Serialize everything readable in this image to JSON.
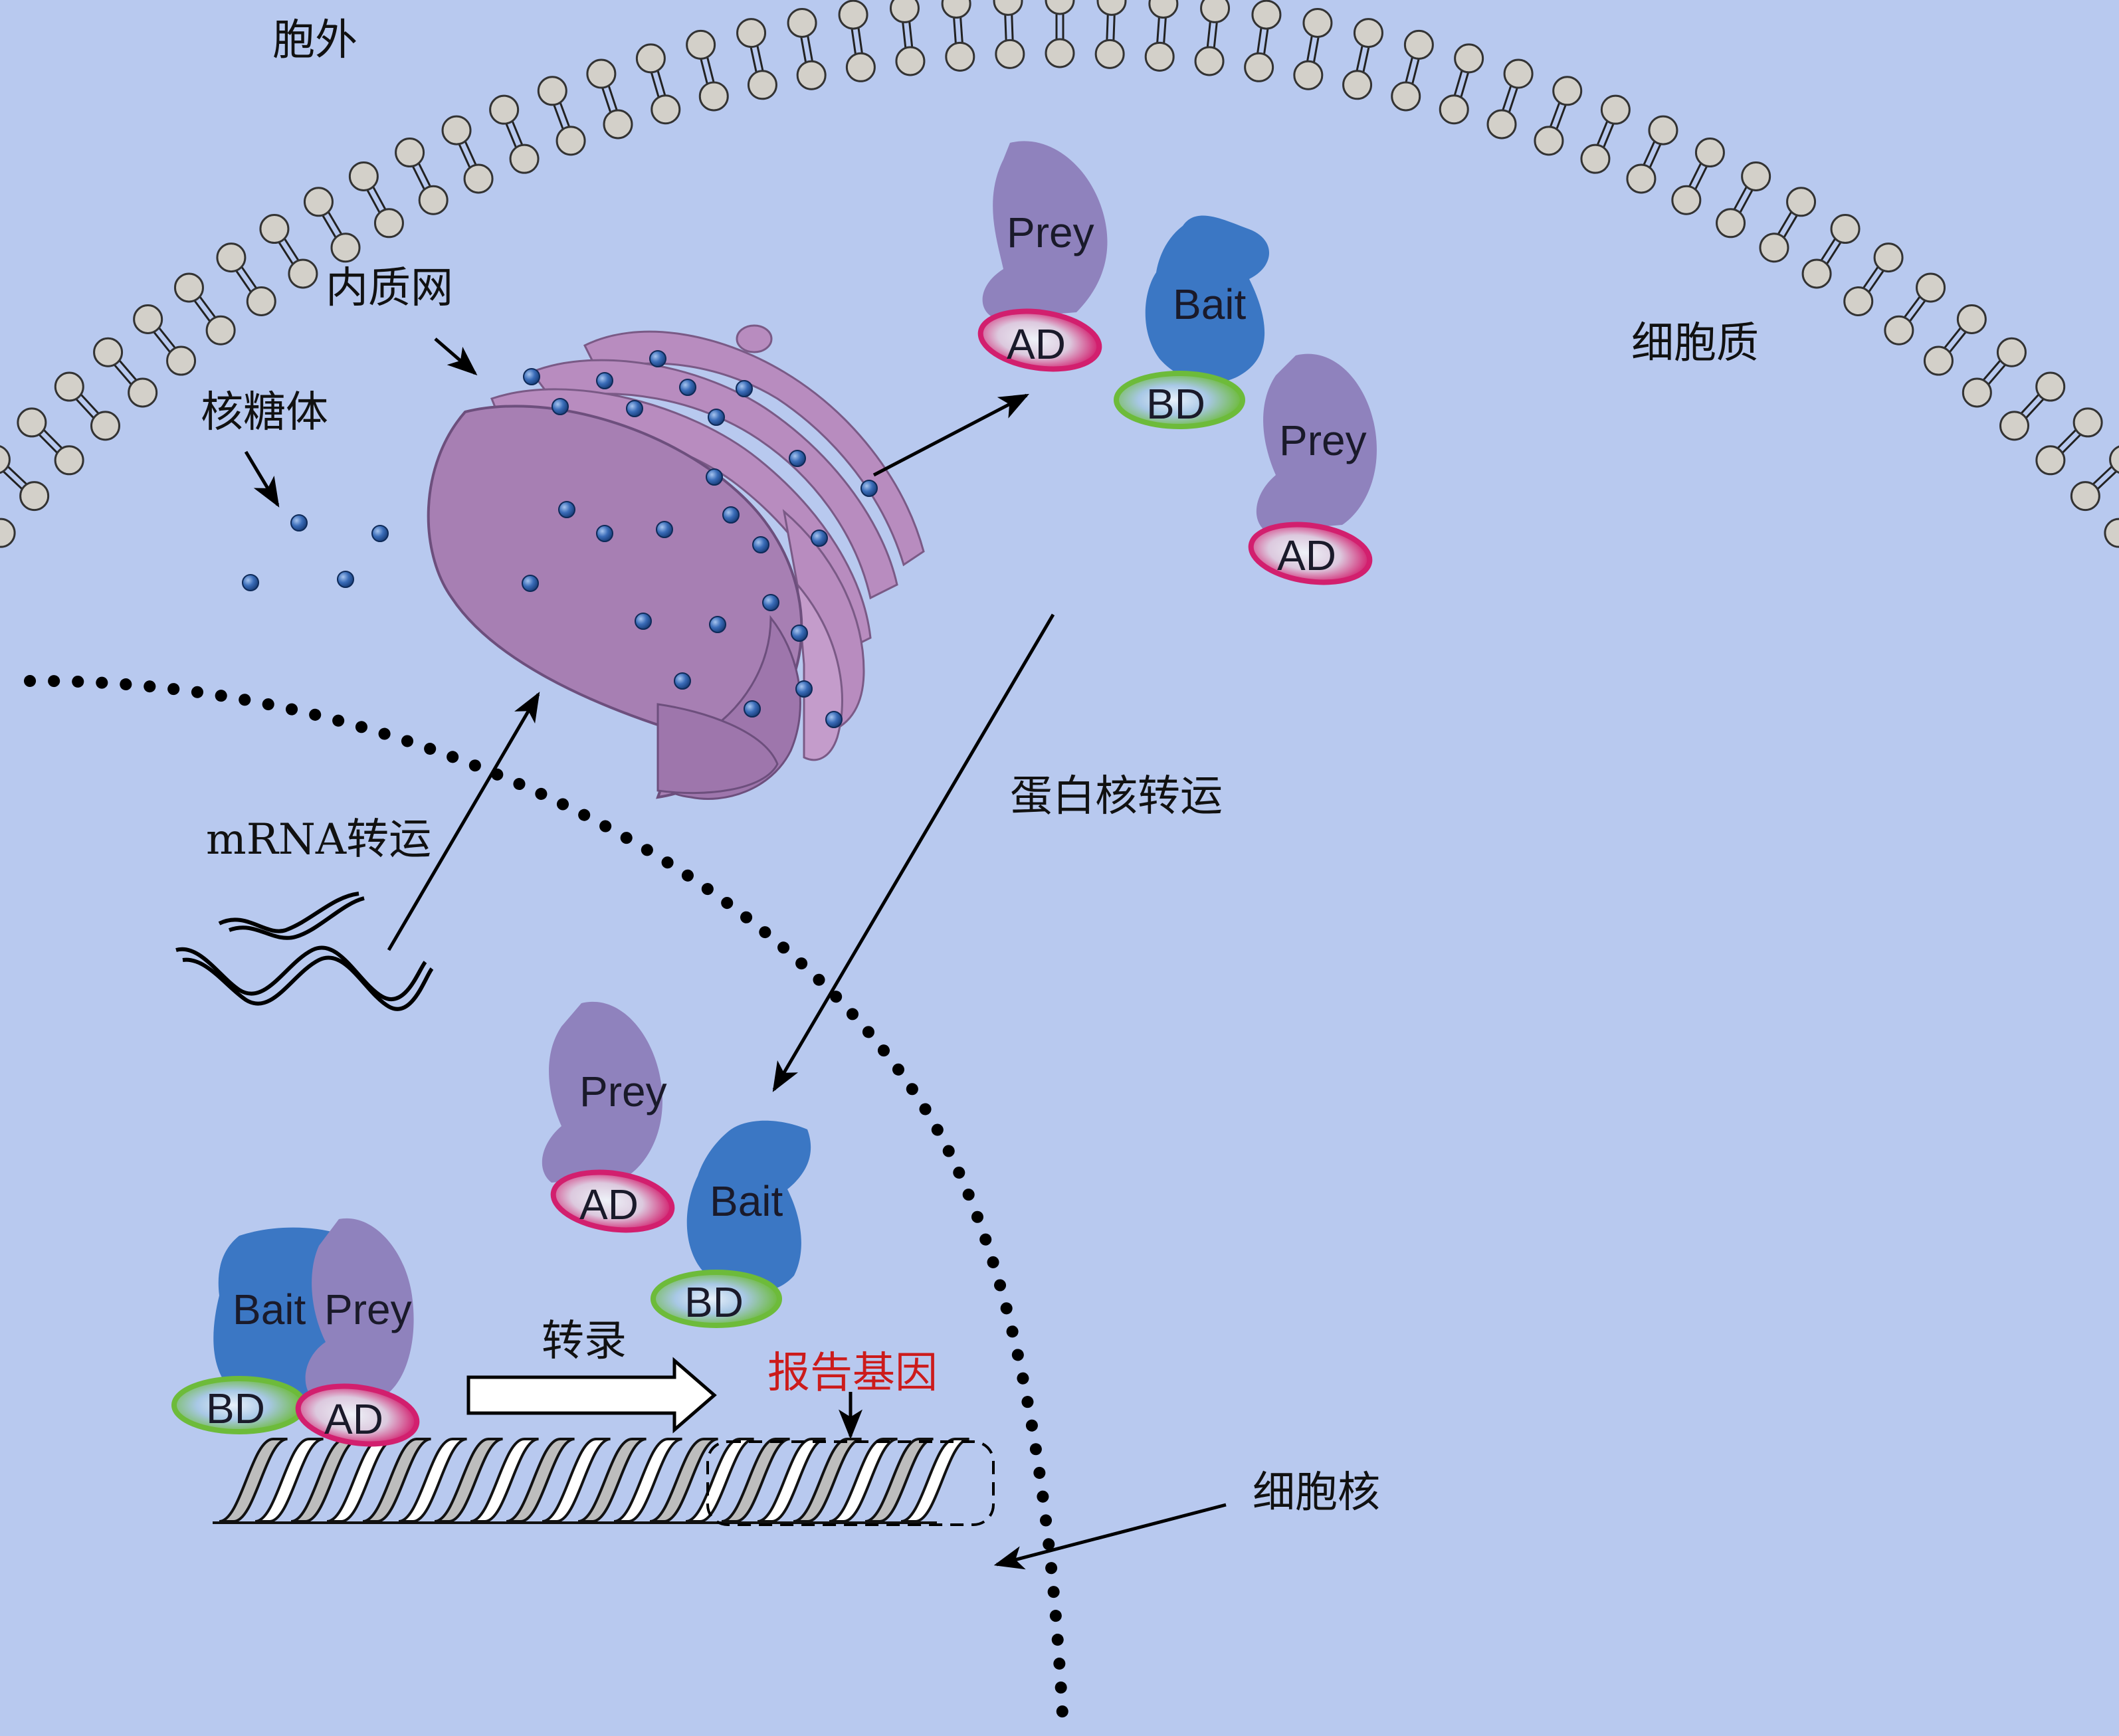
{
  "labels": {
    "extracellular": "胞外",
    "cytoplasm": "细胞质",
    "er": "内质网",
    "ribosome": "核糖体",
    "mrna_transport": "mRNA转运",
    "protein_nuclear_transport": "蛋白核转运",
    "transcription": "转录",
    "reporter_gene": "报告基因",
    "nucleus": "细胞核"
  },
  "proteins": {
    "prey": "Prey",
    "bait": "Bait",
    "ad": "AD",
    "bd": "BD"
  },
  "colors": {
    "background": "#b8c9ef",
    "prey": "#8f82bd",
    "bait": "#3b77c4",
    "ad_ring": "#d21f6e",
    "bd_ring": "#6dbb3a",
    "er": "#b184b9",
    "ribosome": "#2d5fa8",
    "membrane_head": "#d3d0c9",
    "reporter_text": "#cc1b1b"
  }
}
